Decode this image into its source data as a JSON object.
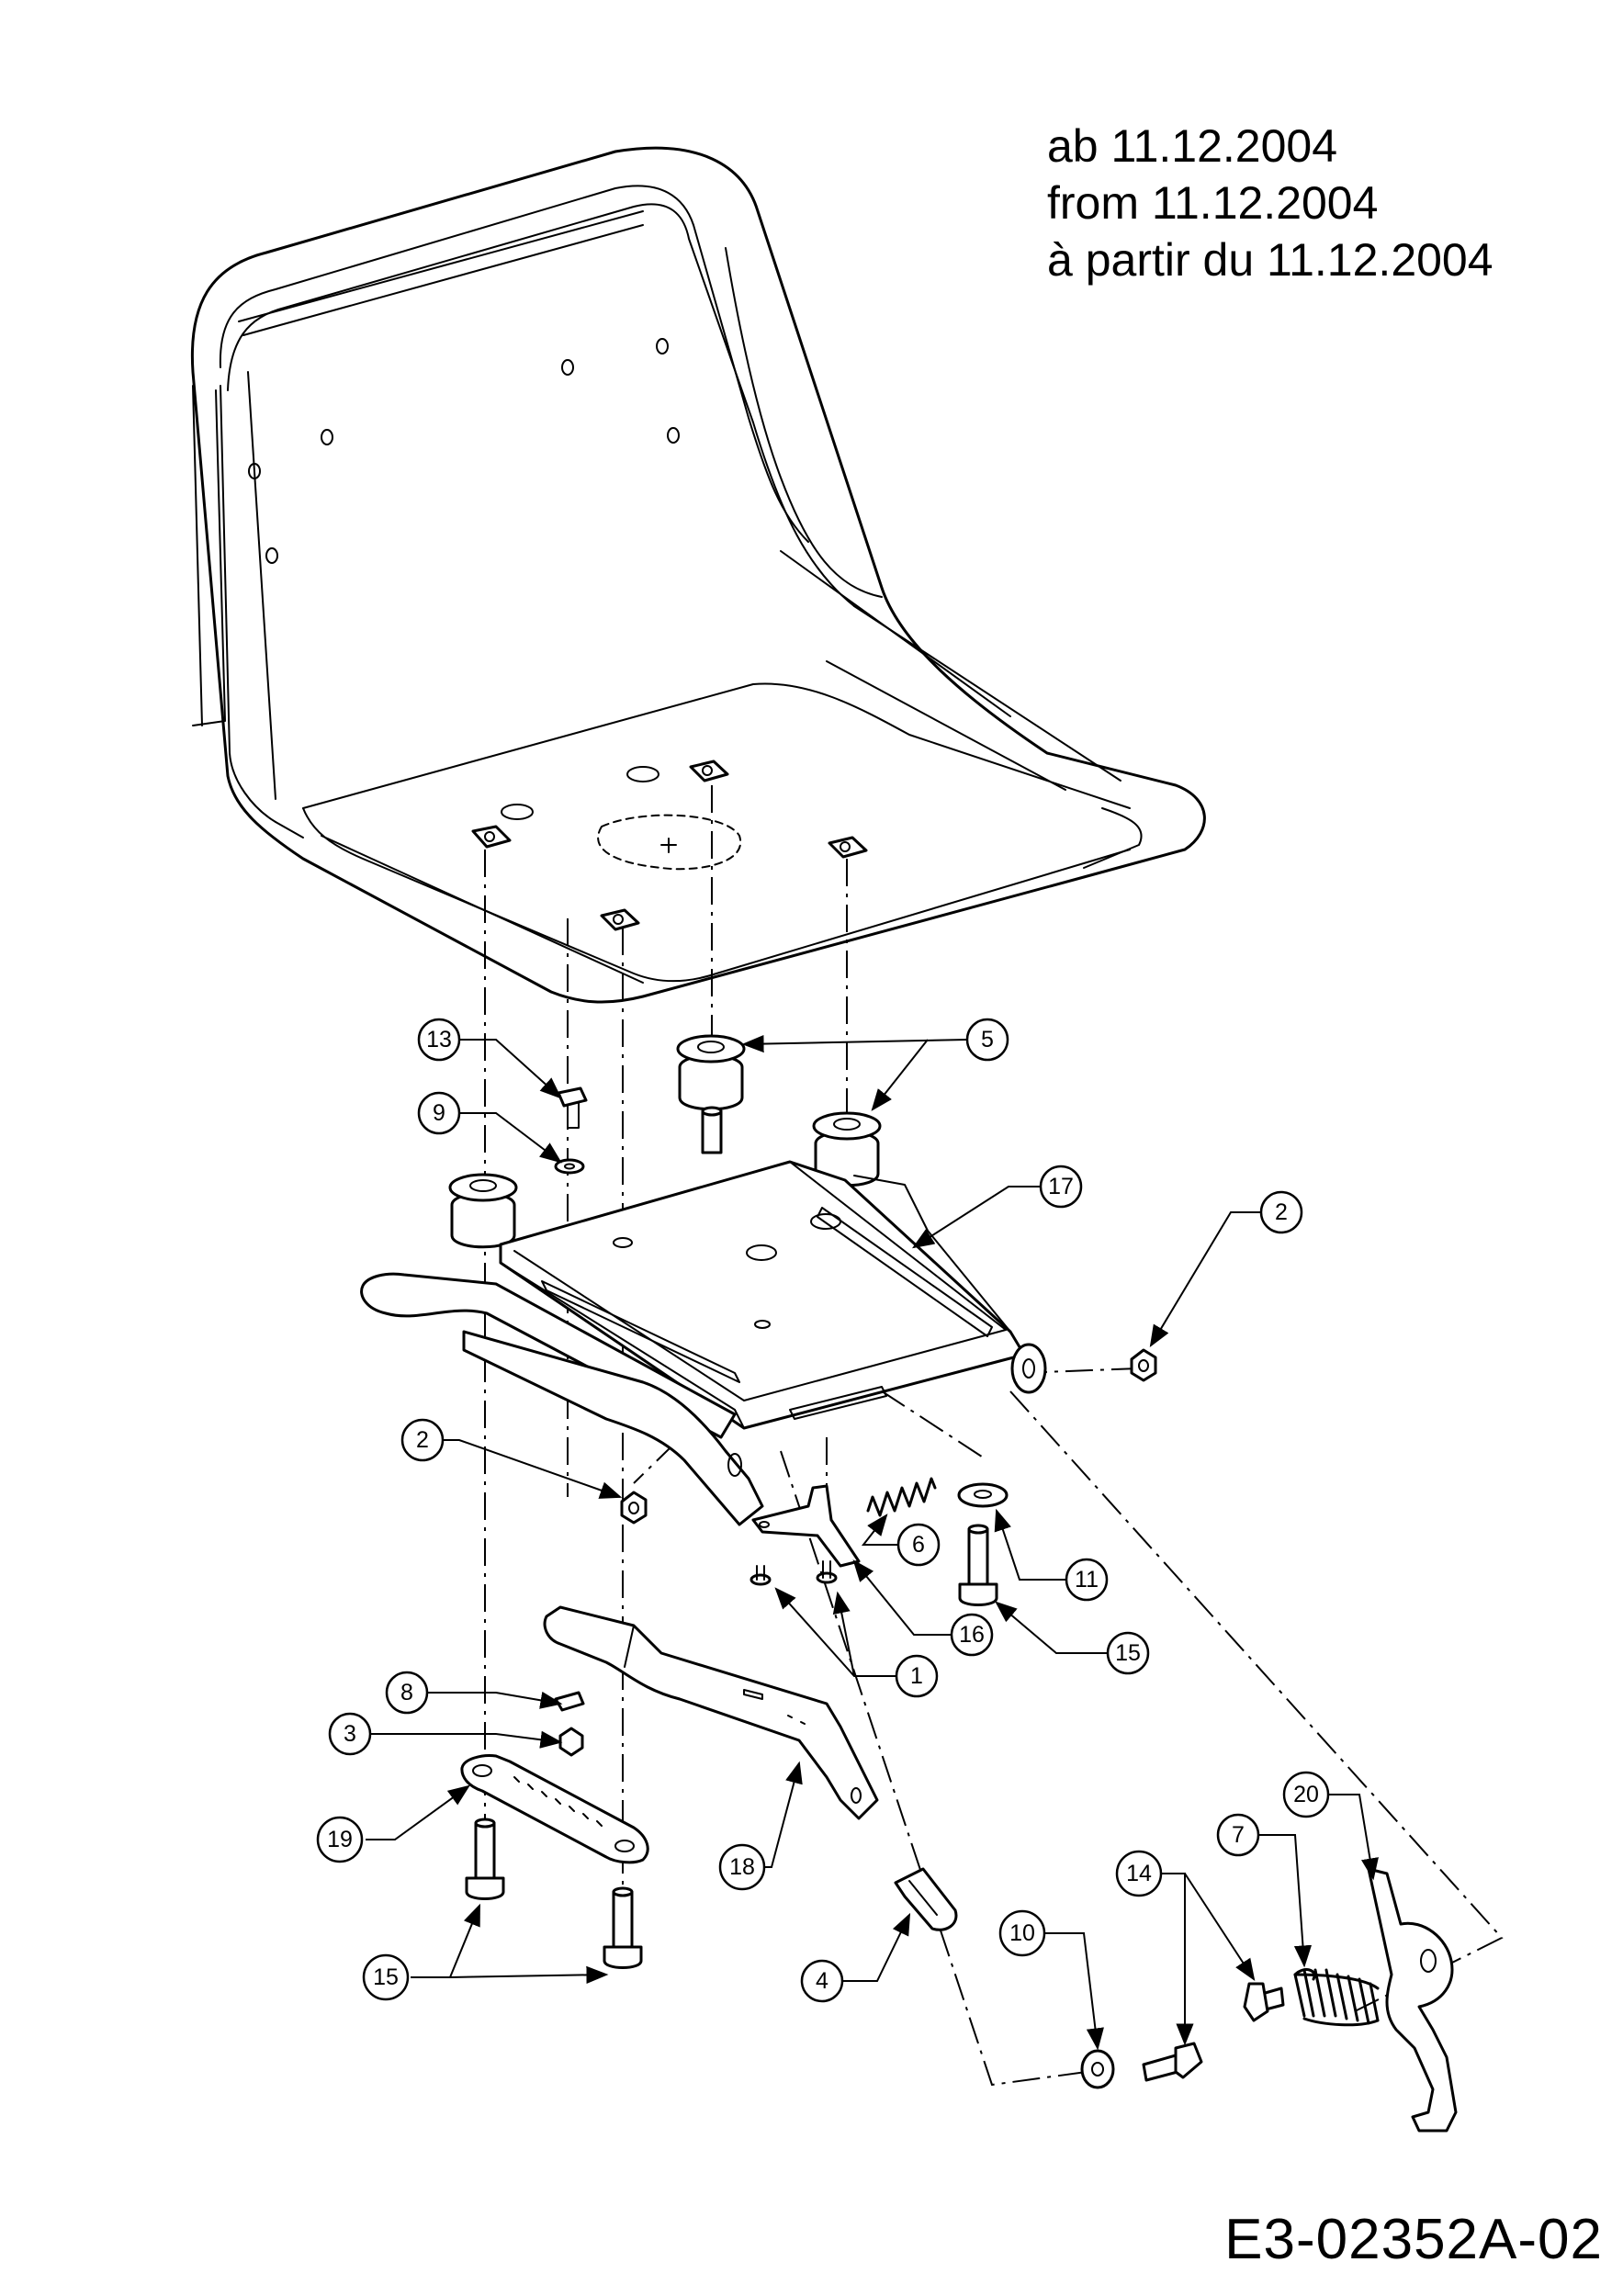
{
  "header_note": {
    "line_de": "ab 11.12.2004",
    "line_en": "from 11.12.2004",
    "line_fr": "à partir du 11.12.2004"
  },
  "drawing_number": "E3-02352A-02",
  "callouts": {
    "c13": "13",
    "c9": "9",
    "c5": "5",
    "c17": "17",
    "c2_right": "2",
    "c2_left": "2",
    "c6": "6",
    "c11": "11",
    "c16": "16",
    "c15_mid": "15",
    "c1": "1",
    "c8": "8",
    "c3": "3",
    "c19": "19",
    "c18": "18",
    "c15_bottom": "15",
    "c4": "4",
    "c10": "10",
    "c14": "14",
    "c7": "7",
    "c20": "20"
  }
}
